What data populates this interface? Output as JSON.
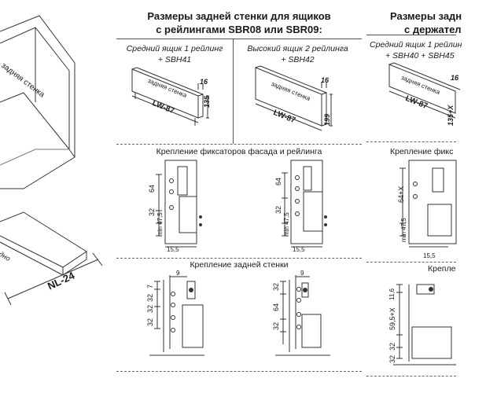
{
  "left": {
    "rear_wall_label": "задняя стенка",
    "front_label": "NL-24",
    "fragment_label": "дно"
  },
  "middle": {
    "title_line1": "Размеры задней стенки для ящиков",
    "title_line2": "с рейлингами SBR08 или SBR09:",
    "col1_line1": "Средний ящик 1 рейлинг",
    "col1_line2": "+ SBH41",
    "col2_line1": "Высокий ящик 2 рейлинга",
    "col2_line2": "+ SBH42",
    "panel1": {
      "label": "задняя стенка",
      "length": "LW-87",
      "thickness": "16",
      "height": "135"
    },
    "panel2": {
      "label": "задняя стенка",
      "length": "LW-87",
      "thickness": "16",
      "height": "199"
    },
    "section2": "Крепление фиксаторов фасада и рейлинга",
    "section3": "Крепление задней стенки",
    "fix1": {
      "d1": "64",
      "d2": "32",
      "d3": "min 47,5",
      "w": "15,5"
    },
    "fix2": {
      "d1": "64",
      "d2": "32",
      "d3": "min 47,5",
      "w": "15,5"
    },
    "back1": {
      "top": "9",
      "d1": "7",
      "d2": "32",
      "d3": "32",
      "d4": "32"
    },
    "back2": {
      "top": "9",
      "d1": "32",
      "d2": "64",
      "d3": "32"
    }
  },
  "right": {
    "title_line1": "Размеры задн",
    "title_line2": "с держател",
    "col_line1": "Средний ящик 1 рейлин",
    "col_line2": "+ SBH40 + SBH45",
    "panel": {
      "label": "задняя стенка",
      "length": "LW-87",
      "thickness": "16",
      "height": "135+X"
    },
    "section2": "Крепление фикс",
    "fix": {
      "d1": "64+X",
      "d3": "min 47,5",
      "w": "15,5"
    },
    "section3": "Креплe",
    "back": {
      "top": "11,6",
      "d1": "59,5+X",
      "d2": "32",
      "d3": "32"
    }
  }
}
